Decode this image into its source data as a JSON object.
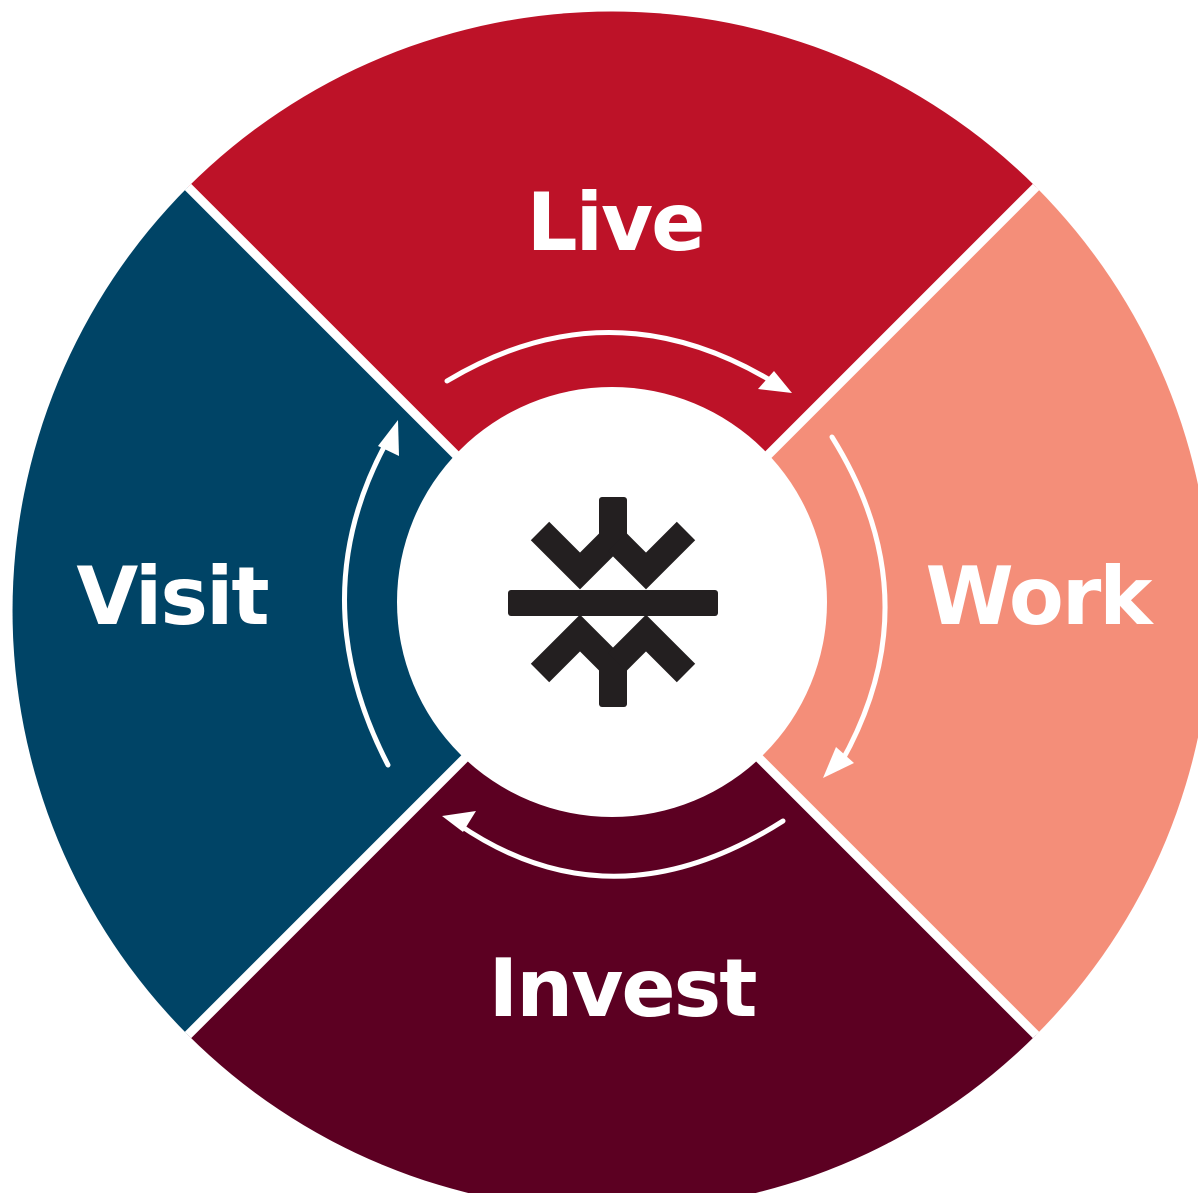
{
  "segments": [
    {
      "id": "live",
      "label": "Live",
      "color": "#BD1228"
    },
    {
      "id": "work",
      "label": "Work",
      "color": "#F48E79"
    },
    {
      "id": "invest",
      "label": "Invest",
      "color": "#5C0022"
    },
    {
      "id": "visit",
      "label": "Visit",
      "color": "#004466"
    }
  ],
  "center": {
    "icon": "logo-mark-icon",
    "background": "#ffffff",
    "icon_color": "#231F20"
  },
  "cycle_direction": "clockwise",
  "divider_color": "#ffffff",
  "arrow_color": "#ffffff"
}
